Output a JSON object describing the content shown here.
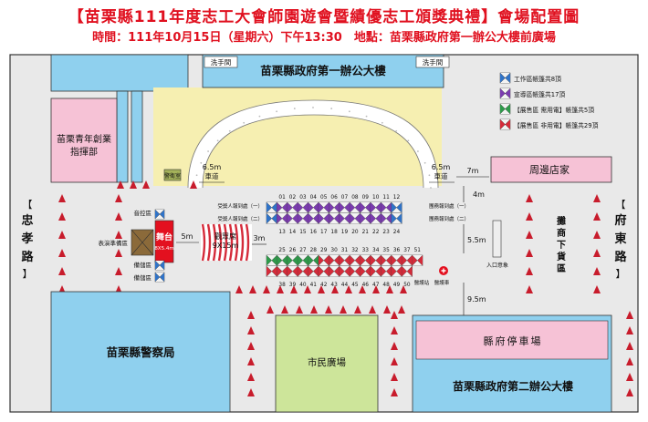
{
  "header": {
    "title": "【苗栗縣111年度志工大會師園遊會暨績優志工頒獎典禮】會場配置圖",
    "subtitle": "時間：111年10月15日（星期六）下午13:30　地點：苗栗縣政府第一辦公大樓前廣場"
  },
  "buildings": {
    "gov_office_1": "苗栗縣政府第一辦公大樓",
    "washroom_left": "洗手間",
    "washroom_right": "洗手間",
    "youth_center_1": "苗栗青年創業",
    "youth_center_2": "指揮部",
    "shops": "周邊店家",
    "police": "苗栗縣警察局",
    "civic_plaza": "市民廣場",
    "parking": "縣府停車場",
    "gov_office_2": "苗栗縣政府第二辦公大樓",
    "guard_post": "警衛室",
    "entrance": "入口意象",
    "vendor_unload": "攤商下貨區"
  },
  "roads": {
    "left": "忠孝路",
    "right": "府東路"
  },
  "stage": {
    "label": "舞台",
    "size": "8X5.4m",
    "audio": "音控區",
    "prep": "表演準備區",
    "equip1": "備儲區",
    "equip2": "備儲區",
    "audience_1": "觀眾席",
    "audience_2": "9X15m"
  },
  "tents": {
    "row1_numbers": [
      "01",
      "02",
      "03",
      "04",
      "05",
      "06",
      "07",
      "08",
      "09",
      "10",
      "11",
      "12"
    ],
    "row2_numbers": [
      "13",
      "14",
      "15",
      "16",
      "17",
      "18",
      "19",
      "20",
      "21",
      "22",
      "23",
      "24"
    ],
    "row3_numbers": [
      "25",
      "26",
      "27",
      "28",
      "29",
      "30",
      "31",
      "32",
      "33",
      "34",
      "35",
      "36",
      "37",
      "51"
    ],
    "row4_numbers": [
      "38",
      "39",
      "40",
      "41",
      "42",
      "43",
      "44",
      "45",
      "46",
      "47",
      "48",
      "49",
      "50"
    ],
    "checkin_1": "受獎人報到處（一）",
    "checkin_2": "受獎人報到處（二）",
    "unit_checkin_1": "團務報到處（一）",
    "unit_checkin_2": "團務報到處（二）",
    "first_aid_1": "醫護站",
    "first_aid_2": "醫護車"
  },
  "dimensions": {
    "left_lane": "6.5m",
    "left_lane_label": "車道",
    "right_lane": "6.5m",
    "right_lane_label": "車道",
    "shop_gap": "7m",
    "stage_gap": "5m",
    "audience_gap": "3m",
    "gap_4m": "4m",
    "gap_5_5m": "5.5m",
    "gap_9_5m": "9.5m"
  },
  "legend": [
    {
      "label": "工作區帳篷共8頂",
      "color": "#2f73c8"
    },
    {
      "label": "宣導區帳篷共17頂",
      "color": "#7b3bb0"
    },
    {
      "label": "【展售區 需用電】帳篷共5頂",
      "color": "#2e9a4a"
    },
    {
      "label": "【展售區 非用電】帳篷共29頂",
      "color": "#d52b3a"
    }
  ],
  "colors": {
    "title_red": "#e0101f",
    "building_blue": "#8fd0ee",
    "pink": "#f6c2d6",
    "green": "#cde59a",
    "sand": "#f6efb1",
    "road": "#e9e9e9",
    "cone": "#c81c2c"
  }
}
